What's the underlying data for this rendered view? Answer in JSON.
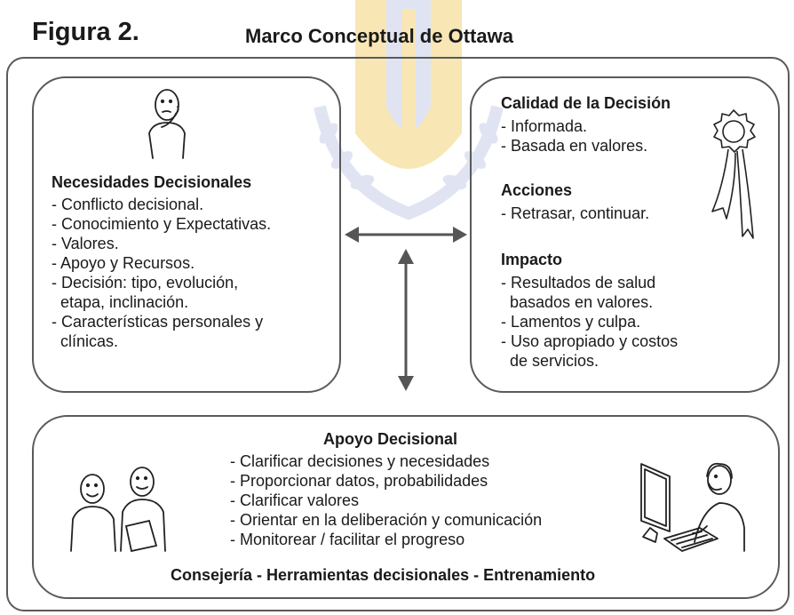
{
  "header": {
    "figure_label": "Figura 2.",
    "title": "Marco Conceptual de Ottawa"
  },
  "needs": {
    "title": "Necesidades Decisionales",
    "items": [
      "- Conflicto decisional.",
      "- Conocimiento y Expectativas.",
      "- Valores.",
      "- Apoyo y Recursos.",
      "- Decisión: tipo, evolución,",
      "  etapa, inclinación.",
      "- Características personales y",
      "  clínicas."
    ]
  },
  "quality": {
    "title": "Calidad de la Decisión",
    "items": [
      "- Informada.",
      "- Basada en valores."
    ]
  },
  "actions": {
    "title": "Acciones",
    "items": [
      "- Retrasar, continuar."
    ]
  },
  "impact": {
    "title": "Impacto",
    "items": [
      "- Resultados de salud",
      "  basados en valores.",
      "- Lamentos y culpa.",
      "- Uso apropiado y costos",
      "  de servicios."
    ]
  },
  "support": {
    "title": "Apoyo Decisional",
    "items": [
      "- Clarificar decisiones y necesidades",
      "- Proporcionar datos, probabilidades",
      "- Clarificar valores",
      "- Orientar en la deliberación y comunicación",
      "- Monitorear / facilitar el progreso"
    ],
    "footer": "Consejería - Herramientas decisionales - Entrenamiento"
  },
  "icons": [
    "thinking-person-icon",
    "award-ribbon-icon",
    "two-people-icon",
    "person-at-computer-icon",
    "double-arrow-horizontal-icon",
    "double-arrow-vertical-icon",
    "university-crest-watermark"
  ],
  "colors": {
    "frame": "#5a5a5a",
    "text": "#1a1a1a",
    "watermark_gold": "#f3d27a",
    "watermark_blue": "#c7cfe8"
  }
}
